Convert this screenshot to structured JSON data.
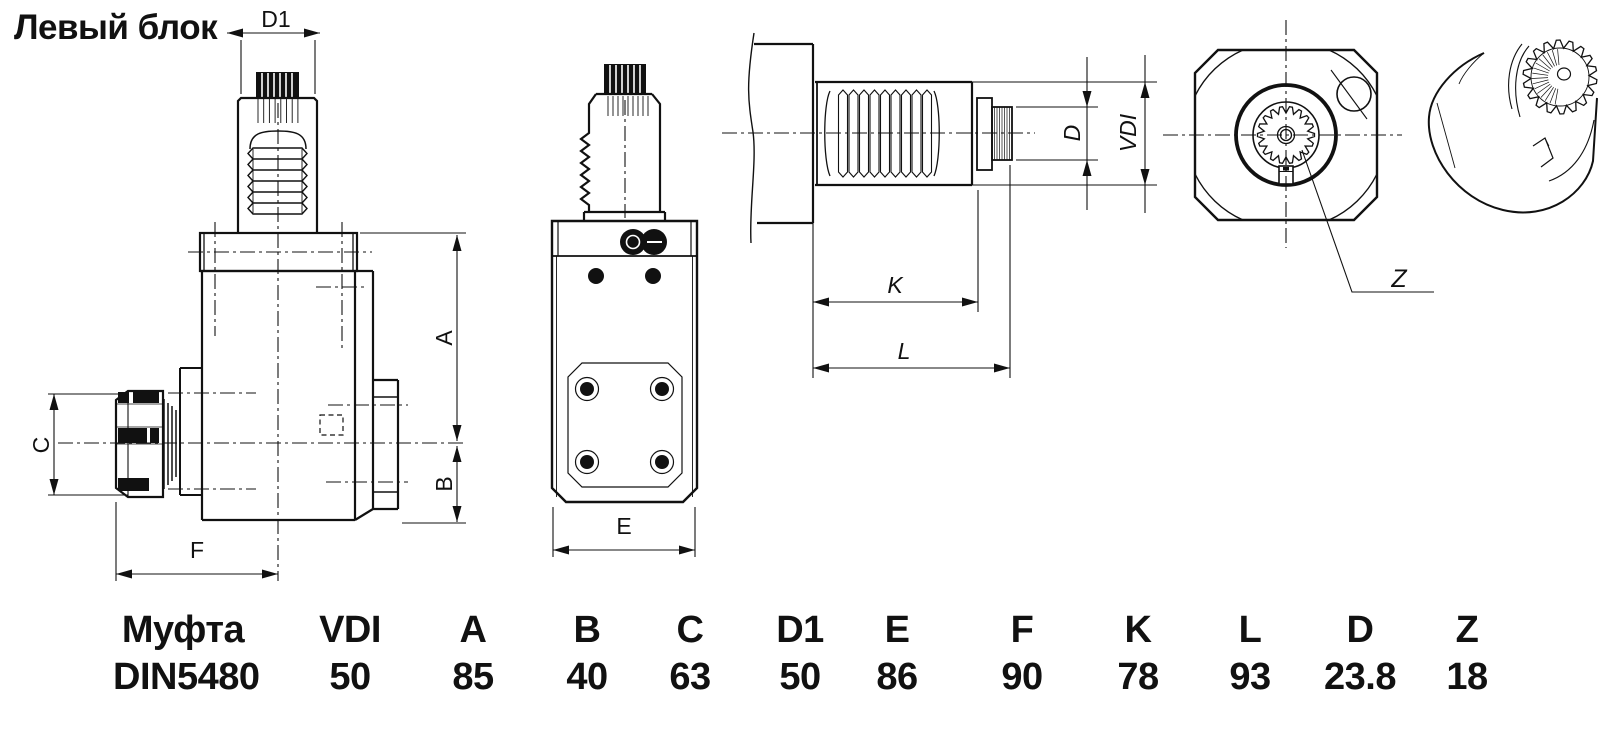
{
  "title": "Левый блок",
  "dimension_labels": {
    "d1": "D1",
    "a": "A",
    "b": "B",
    "c": "C",
    "f": "F",
    "e": "E",
    "k": "K",
    "l": "L",
    "d": "D",
    "vdi": "VDI",
    "z": "Z"
  },
  "gear": {
    "teeth": 18
  },
  "table": {
    "columns": [
      {
        "header": "Муфта",
        "value": "DIN5480"
      },
      {
        "header": "VDI",
        "value": "50"
      },
      {
        "header": "A",
        "value": "85"
      },
      {
        "header": "B",
        "value": "40"
      },
      {
        "header": "C",
        "value": "63"
      },
      {
        "header": "D1",
        "value": "50"
      },
      {
        "header": "E",
        "value": "86"
      },
      {
        "header": "F",
        "value": "90"
      },
      {
        "header": "K",
        "value": "78"
      },
      {
        "header": "L",
        "value": "93"
      },
      {
        "header": "D",
        "value": "23.8"
      },
      {
        "header": "Z",
        "value": "18"
      }
    ]
  }
}
